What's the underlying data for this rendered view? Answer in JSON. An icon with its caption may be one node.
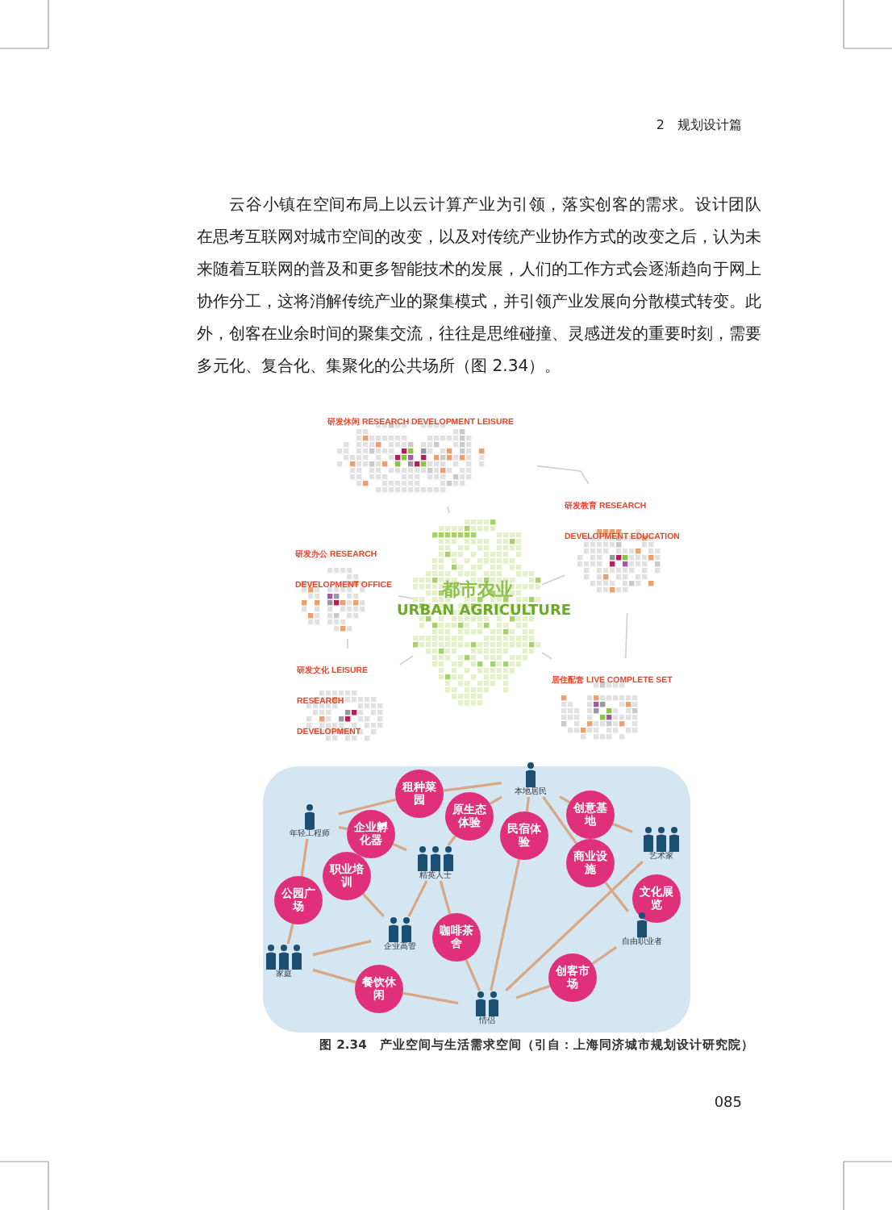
{
  "diagram": {
    "caption": "图 2.34　产业空间与生活需求空间（引自：上海同济城市规划设计研究院）",
    "nodes": [
      {
        "text": [
          "研发休闲",
          "RESEARCH DEVELOPMENT LEISURE"
        ]
      },
      {
        "text": [
          "研发教育",
          "RESEARCH DEVELOPMENT EDUCATION"
        ]
      },
      {
        "text": [
          "研发办公",
          "RESEARCH DEVELOPMENT OFFICE"
        ]
      },
      {
        "text": [
          "都市农业",
          "URBAN AGRICULTURE"
        ]
      },
      {
        "text": [
          "研发文化",
          "LEISURE RESEARCH DEVELOPMENT"
        ]
      },
      {
        "text": [
          "居住配套",
          "LIVE COMPLETE SET"
        ]
      },
      {
        "text": [
          "本地居民"
        ]
      },
      {
        "text": [
          "租种菜园"
        ]
      },
      {
        "text": [
          "原生态体验"
        ]
      },
      {
        "text": [
          "创意基地"
        ]
      },
      {
        "text": [
          "年轻工程师"
        ]
      },
      {
        "text": [
          "企业孵化器"
        ]
      },
      {
        "text": [
          "民宿体验"
        ]
      },
      {
        "text": [
          "艺术家"
        ]
      },
      {
        "text": [
          "商业设施"
        ]
      },
      {
        "text": [
          "精英人士"
        ]
      },
      {
        "text": [
          "职业培训"
        ]
      },
      {
        "text": [
          "公园广场"
        ]
      },
      {
        "text": [
          "文化展览"
        ]
      },
      {
        "text": [
          "企业高管"
        ]
      },
      {
        "text": [
          "自由职业者"
        ]
      },
      {
        "text": [
          "咖啡茶舍"
        ]
      },
      {
        "text": [
          "家庭"
        ]
      },
      {
        "text": [
          "创客市场"
        ]
      },
      {
        "text": [
          "餐饮休闲"
        ]
      },
      {
        "text": [
          "情侣"
        ]
      }
    ],
    "edges": [
      {
        "from": 0,
        "to": 3,
        "arrow": "none",
        "color": "#cfcfcf"
      },
      {
        "from": 1,
        "to": 3,
        "arrow": "none",
        "color": "#cfcfcf"
      },
      {
        "from": 2,
        "to": 3,
        "arrow": "none",
        "color": "#cfcfcf"
      },
      {
        "from": 4,
        "to": 3,
        "arrow": "none",
        "color": "#cfcfcf"
      },
      {
        "from": 5,
        "to": 3,
        "arrow": "none",
        "color": "#cfcfcf"
      },
      {
        "from": 0,
        "to": 1,
        "arrow": "none",
        "color": "#cfcfcf"
      },
      {
        "from": 1,
        "to": 5,
        "arrow": "none",
        "color": "#cfcfcf"
      },
      {
        "from": 2,
        "to": 4,
        "arrow": "none",
        "color": "#cfcfcf"
      },
      {
        "from": 10,
        "to": 7,
        "arrow": "none"
      },
      {
        "from": 7,
        "to": 6,
        "arrow": "none"
      },
      {
        "from": 10,
        "to": 11,
        "arrow": "none"
      },
      {
        "from": 11,
        "to": 15,
        "arrow": "none"
      },
      {
        "from": 15,
        "to": 8,
        "arrow": "none"
      },
      {
        "from": 8,
        "to": 6,
        "arrow": "none"
      },
      {
        "from": 10,
        "to": 17,
        "arrow": "none"
      },
      {
        "from": 17,
        "to": 22,
        "arrow": "none"
      },
      {
        "from": 16,
        "to": 19,
        "arrow": "none"
      },
      {
        "from": 15,
        "to": 19,
        "arrow": "none"
      },
      {
        "from": 15,
        "to": 21,
        "arrow": "none"
      },
      {
        "from": 21,
        "to": 25,
        "arrow": "none"
      },
      {
        "from": 19,
        "to": 22,
        "arrow": "none"
      },
      {
        "from": 22,
        "to": 24,
        "arrow": "none"
      },
      {
        "from": 24,
        "to": 25,
        "arrow": "none"
      },
      {
        "from": 6,
        "to": 12,
        "arrow": "none"
      },
      {
        "from": 12,
        "to": 25,
        "arrow": "none"
      },
      {
        "from": 6,
        "to": 9,
        "arrow": "none"
      },
      {
        "from": 9,
        "to": 13,
        "arrow": "none"
      },
      {
        "from": 6,
        "to": 14,
        "arrow": "none"
      },
      {
        "from": 14,
        "to": 20,
        "arrow": "none"
      },
      {
        "from": 13,
        "to": 25,
        "arrow": "none"
      },
      {
        "from": 25,
        "to": 23,
        "arrow": "none"
      },
      {
        "from": 23,
        "to": 20,
        "arrow": "none"
      }
    ],
    "labels": [
      "2　规划设计篇",
      "云谷小镇在空间布局上以云计算产业为引领，落实创客的需求。设计团队在思考互联网对城市空间的改变，以及对传统产业协作方式的改变之后，认为未来随着互联网的普及和更多智能技术的发展，人们的工作方式会逐渐趋向于网上协作分工，这将消解传统产业的聚集模式，并引领产业发展向分散模式转变。此外，创客在业余时间的聚集交流，往往是思维碰撞、灵感迸发的重要时刻，需要多元化、复合化、集聚化的公共场所（图 2.34）。",
      "085"
    ]
  }
}
